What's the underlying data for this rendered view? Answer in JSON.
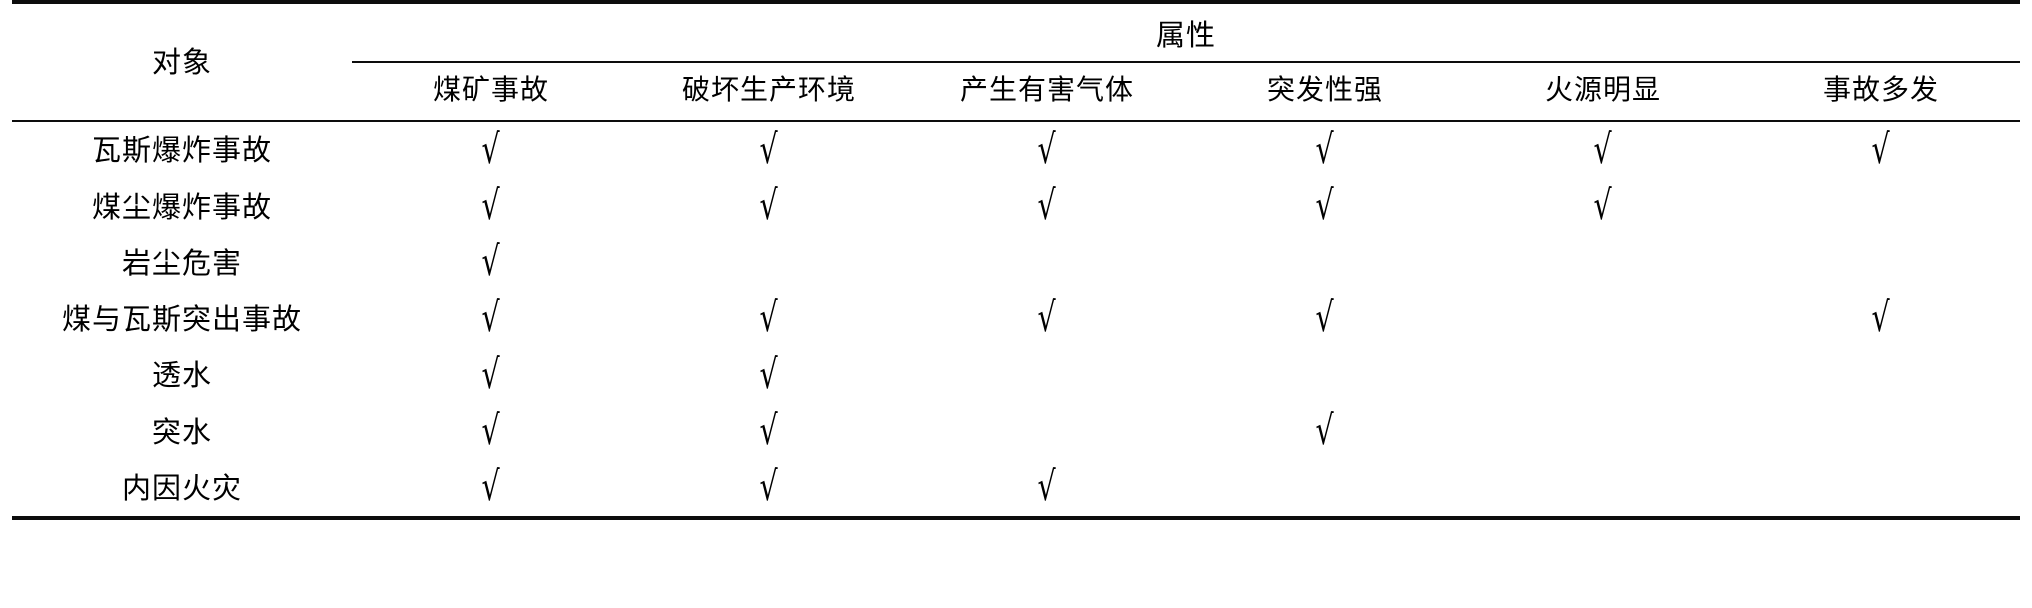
{
  "table": {
    "object_header": "对象",
    "group_header": "属性",
    "attribute_headers": [
      "煤矿事故",
      "破坏生产环境",
      "产生有害气体",
      "突发性强",
      "火源明显",
      "事故多发"
    ],
    "check_mark": "√",
    "blank": "",
    "rows": [
      {
        "label": "瓦斯爆炸事故",
        "marks": [
          true,
          true,
          true,
          true,
          true,
          true
        ]
      },
      {
        "label": "煤尘爆炸事故",
        "marks": [
          true,
          true,
          true,
          true,
          true,
          false
        ]
      },
      {
        "label": "岩尘危害",
        "marks": [
          true,
          false,
          false,
          false,
          false,
          false
        ]
      },
      {
        "label": "煤与瓦斯突出事故",
        "marks": [
          true,
          true,
          true,
          true,
          false,
          true
        ]
      },
      {
        "label": "透水",
        "marks": [
          true,
          true,
          false,
          false,
          false,
          false
        ]
      },
      {
        "label": "突水",
        "marks": [
          true,
          true,
          false,
          true,
          false,
          false
        ]
      },
      {
        "label": "内因火灾",
        "marks": [
          true,
          true,
          true,
          false,
          false,
          false
        ]
      }
    ]
  },
  "colors": {
    "rule": "#0d0d0d",
    "text": "#000000",
    "background": "#ffffff"
  }
}
